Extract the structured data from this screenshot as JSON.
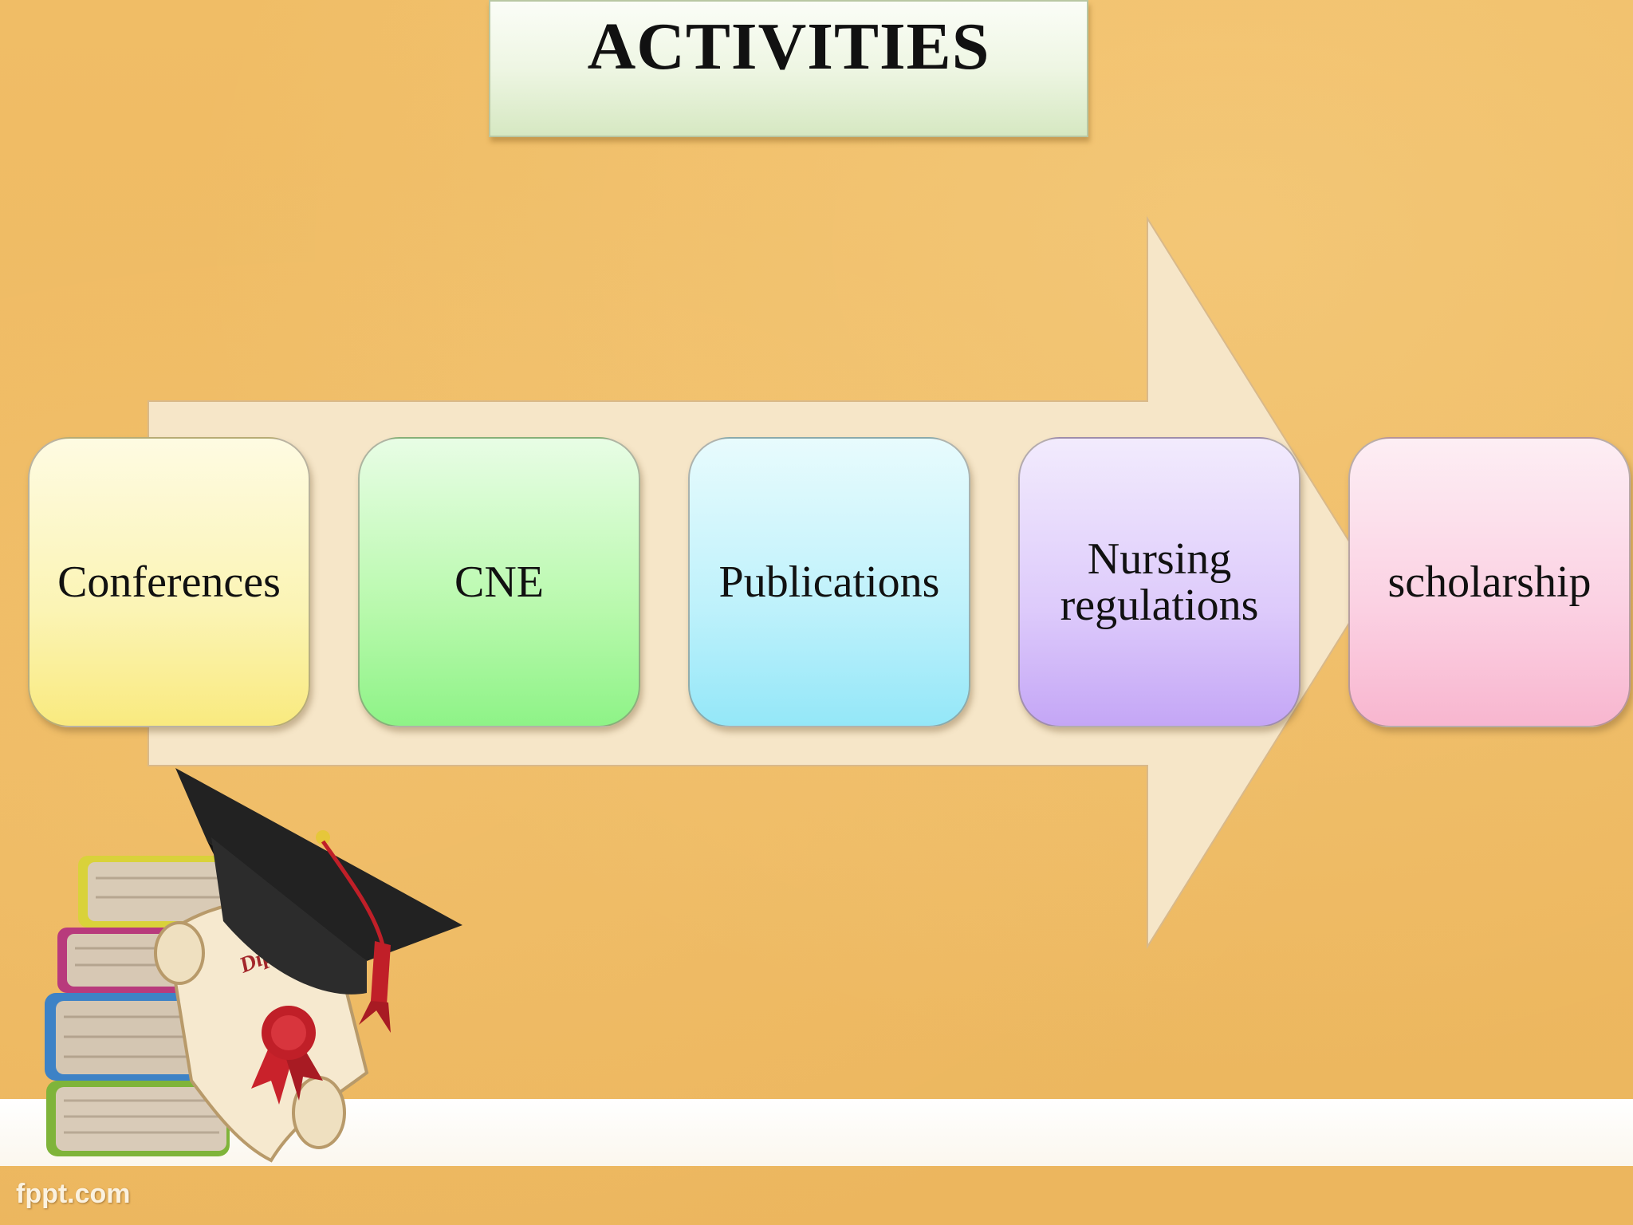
{
  "slide": {
    "title": "ACTIVITIES",
    "footer_brand": "fppt.com"
  },
  "flow": {
    "direction": "left-to-right",
    "steps": [
      {
        "label": "Conferences",
        "color": "#fbf4b4"
      },
      {
        "label": "CNE",
        "color": "#b8f9ac"
      },
      {
        "label": "Publications",
        "color": "#bdf1fb"
      },
      {
        "label": "Nursing regulations",
        "color": "#ddcafb"
      },
      {
        "label": "scholarship",
        "color": "#fbd0e2"
      }
    ]
  },
  "illustration": {
    "subject": "stacked books with graduation cap and diploma scroll",
    "scroll_text": "Diploma",
    "icons": [
      "books-icon",
      "graduation-cap-icon",
      "diploma-scroll-icon",
      "wax-seal-icon"
    ]
  },
  "colors": {
    "background": "#eeb962",
    "arrow": "#f6e6c8",
    "title_box": "#eef6e3"
  }
}
